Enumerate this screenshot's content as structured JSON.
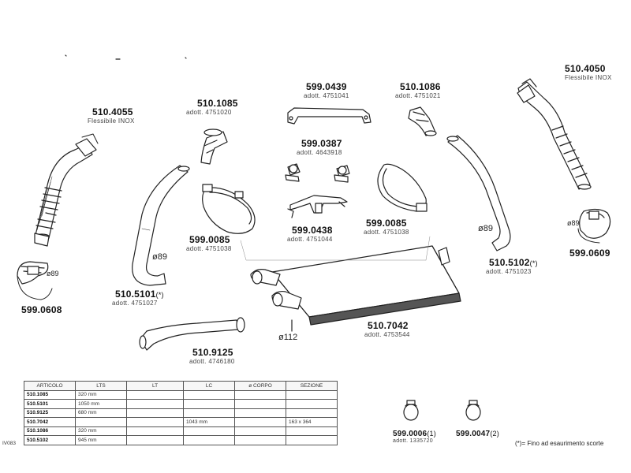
{
  "parts": [
    {
      "key": "p510_4055",
      "code": "510.4055",
      "sub": "Flessibile INOX",
      "note": ""
    },
    {
      "key": "p510_1085",
      "code": "510.1085",
      "sub": "adott. 4751020",
      "note": ""
    },
    {
      "key": "p599_0439",
      "code": "599.0439",
      "sub": "adott. 4751041",
      "note": ""
    },
    {
      "key": "p510_1086",
      "code": "510.1086",
      "sub": "adott. 4751021",
      "note": ""
    },
    {
      "key": "p510_4050",
      "code": "510.4050",
      "sub": "Flessibile INOX",
      "note": ""
    },
    {
      "key": "p599_0387",
      "code": "599.0387",
      "sub": "adott. 4643918",
      "note": ""
    },
    {
      "key": "p599_0438",
      "code": "599.0438",
      "sub": "adott. 4751044",
      "note": ""
    },
    {
      "key": "p599_0085a",
      "code": "599.0085",
      "sub": "adott. 4751038",
      "note": ""
    },
    {
      "key": "p599_0085b",
      "code": "599.0085",
      "sub": "adott. 4751038",
      "note": ""
    },
    {
      "key": "p510_5101",
      "code": "510.5101",
      "sub": "adott. 4751027",
      "note": "(*)"
    },
    {
      "key": "p510_5102",
      "code": "510.5102",
      "sub": "adott. 4751023",
      "note": "(*)"
    },
    {
      "key": "p599_0608",
      "code": "599.0608",
      "sub": "",
      "note": ""
    },
    {
      "key": "p599_0609",
      "code": "599.0609",
      "sub": "",
      "note": ""
    },
    {
      "key": "p510_7042",
      "code": "510.7042",
      "sub": "adott. 4753544",
      "note": ""
    },
    {
      "key": "p510_9125",
      "code": "510.9125",
      "sub": "adott. 4746180",
      "note": ""
    },
    {
      "key": "p599_0006",
      "code": "599.0006",
      "sub": "adott. 1335720",
      "note": "(1)"
    },
    {
      "key": "p599_0047",
      "code": "599.0047",
      "sub": "",
      "note": "(2)"
    }
  ],
  "diameters": {
    "d89_left": "ø89",
    "d89_clamp_left": "ø89",
    "d89_right": "ø89",
    "d89_clamp_right": "ø89",
    "d112": "ø112"
  },
  "table": {
    "headers": [
      "ARTICOLO",
      "LTS",
      "LT",
      "LC",
      "ø CORPO",
      "SEZIONE"
    ],
    "rows": [
      [
        "510.1085",
        "320 mm",
        "",
        "",
        "",
        ""
      ],
      [
        "510.5101",
        "1050 mm",
        "",
        "",
        "",
        ""
      ],
      [
        "510.9125",
        "680 mm",
        "",
        "",
        "",
        ""
      ],
      [
        "510.7042",
        "",
        "",
        "1043 mm",
        "",
        "163 x 364"
      ],
      [
        "510.1086",
        "320 mm",
        "",
        "",
        "",
        ""
      ],
      [
        "510.5102",
        "945 mm",
        "",
        "",
        "",
        ""
      ]
    ]
  },
  "side_code": "IV083",
  "footnote": "(*)= Fino ad esaurimento scorte"
}
